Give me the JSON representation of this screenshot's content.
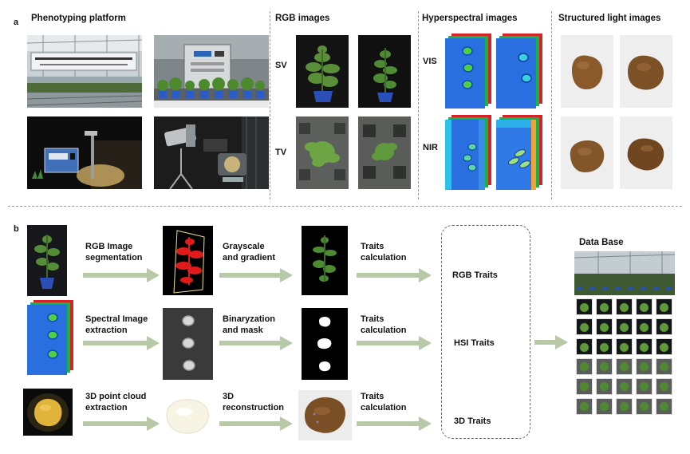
{
  "panel_a": {
    "letter": "a",
    "sections": {
      "platform": "Phenotyping platform",
      "rgb": "RGB images",
      "hyperspectral": "Hyperspectral images",
      "structured": "Structured light images"
    },
    "row_labels": {
      "sv": "SV",
      "tv": "TV",
      "vis": "VIS",
      "nir": "NIR"
    }
  },
  "panel_b": {
    "letter": "b",
    "steps": {
      "rgb_seg": [
        "RGB Image",
        "segmentation"
      ],
      "gray_grad": [
        "Grayscale",
        "and gradient"
      ],
      "traits_calc": [
        "Traits",
        "calculation"
      ],
      "spec_extract": [
        "Spectral Image",
        "extraction"
      ],
      "binar_mask": [
        "Binaryzation",
        "and mask"
      ],
      "cloud_extract": [
        "3D  point cloud",
        "extraction"
      ],
      "recon": [
        "3D",
        "reconstruction"
      ]
    },
    "traits": {
      "rgb": "RGB Traits",
      "hsi": "HSI Traits",
      "d3": "3D Traits"
    },
    "database": "Data Base"
  },
  "colors": {
    "arrow": "#b8c9a8",
    "hsi_blue": "#2a6fe0",
    "hsi_red": "#d6232a",
    "hsi_green": "#16b24a",
    "potato": "#8a5a2b",
    "plant": "#3f7a2c"
  }
}
